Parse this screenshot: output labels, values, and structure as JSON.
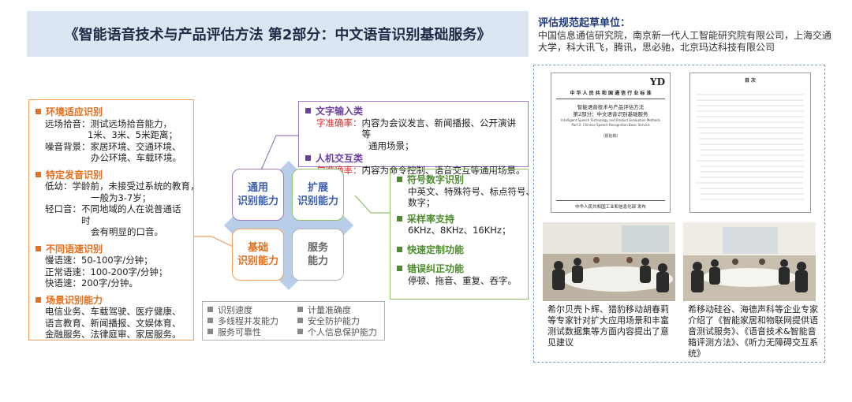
{
  "title": "《智能语音技术与产品评估方法 第2部分：中文语音识别基础服务》",
  "left_panel": {
    "env": {
      "heading": "环境适应识别",
      "far_label": "远场拾音：",
      "far_text1": "测试远场拾音能力，",
      "far_text2": "1米、3米、5米距离；",
      "noise_label": "噪音背景：",
      "noise_text1": "家居环境、交通环境、",
      "noise_text2": "办公环境、车载环境。"
    },
    "voice": {
      "heading": "特定发音识别",
      "low_label": "低幼：",
      "low_text1": "学龄前，未接受过系统的教育，",
      "low_text2": "一般为3-7岁；",
      "accent_label": "轻口音：",
      "accent_text1": "不同地域的人在说普通话时",
      "accent_text2": "会有明显的口音。"
    },
    "speed": {
      "heading": "不同语速识别",
      "slow": "慢语速：50-100字/分钟；",
      "normal": "正常语速：100-200字/分钟；",
      "fast": "快语速：200字/分钟。"
    },
    "scene": {
      "heading": "场景识别能力",
      "line1": "电信业务、车载驾驶、医疗健康、",
      "line2": "语言教育、新闻播报、文娱体育、",
      "line3": "金融服务、法律庭审、家居服务。"
    }
  },
  "purple_panel": {
    "text_input_heading": "文字输入类",
    "char_acc_label": "字准确率：",
    "char_acc_text1": "内容为会议发言、新闻播报、公开演讲等",
    "char_acc_text2": "通用场景；",
    "hci_heading": "人机交互类",
    "sent_acc_label": "句准确率：",
    "sent_acc_text": "内容为命令控制、语音交互等通用场景。"
  },
  "center": {
    "general": [
      "通用",
      "识别能力"
    ],
    "extended": [
      "扩展",
      "识别能力"
    ],
    "basic": [
      "基础",
      "识别能力"
    ],
    "service": [
      "服务",
      "能力"
    ]
  },
  "green_panel": {
    "symbol_heading": "符号数字识别",
    "symbol_text1": "中英文、特殊符号、标点符号、",
    "symbol_text2": "数字；",
    "rate_heading": "采样率支持",
    "rate_text": "6KHz、8KHz、16KHz；",
    "custom_heading": "快速定制功能",
    "error_heading": "错误纠正功能",
    "error_text": "停顿、拖音、重复、吞字。"
  },
  "gray_panel": {
    "items": [
      "识别速度",
      "多线程并发能力",
      "服务可靠性",
      "计量准确度",
      "安全防护能力",
      "个人信息保护能力"
    ]
  },
  "right": {
    "heading": "评估规范起草单位：",
    "orgs": "中国信息通信研究院，南京新一代人工智能研究院有限公司，上海交通大学，科大讯飞，腾讯，思必驰，北京玛达科技有限公司",
    "doc1": {
      "logo": "YD",
      "header": "中 华 人 民 共 和 国 通 信 行 业 标 准",
      "title1": "智能语音技术与产品评估方法",
      "title2": "第2部分：中文语音识别基础服务",
      "en1": "Intelligent Speech Technology and Product Evaluation Methods",
      "en2": "Part 2: Chinese Speech Recognition Basic Service",
      "draft": "（报批稿）",
      "footer": "中华人民共和国工业和信息化部 发布"
    },
    "doc2": {
      "heading": "目 次"
    },
    "caption_left": "希尔贝壳卜辉、猎豹移动胡春莉等专家针对扩大应用场景和丰富测试数据集等方面内容提出了意见建议",
    "caption_right": "希移动硅谷、海德声科等企业专家介绍了《智能家居和物联网提供语音测试服务》、《语音技术&智能音箱评测方法》、《听力无障碍交互系统》"
  },
  "colors": {
    "orange": "#e66f1e",
    "purple": "#6b3fa0",
    "green": "#4e8a2e",
    "navy": "#1f3a7a"
  }
}
